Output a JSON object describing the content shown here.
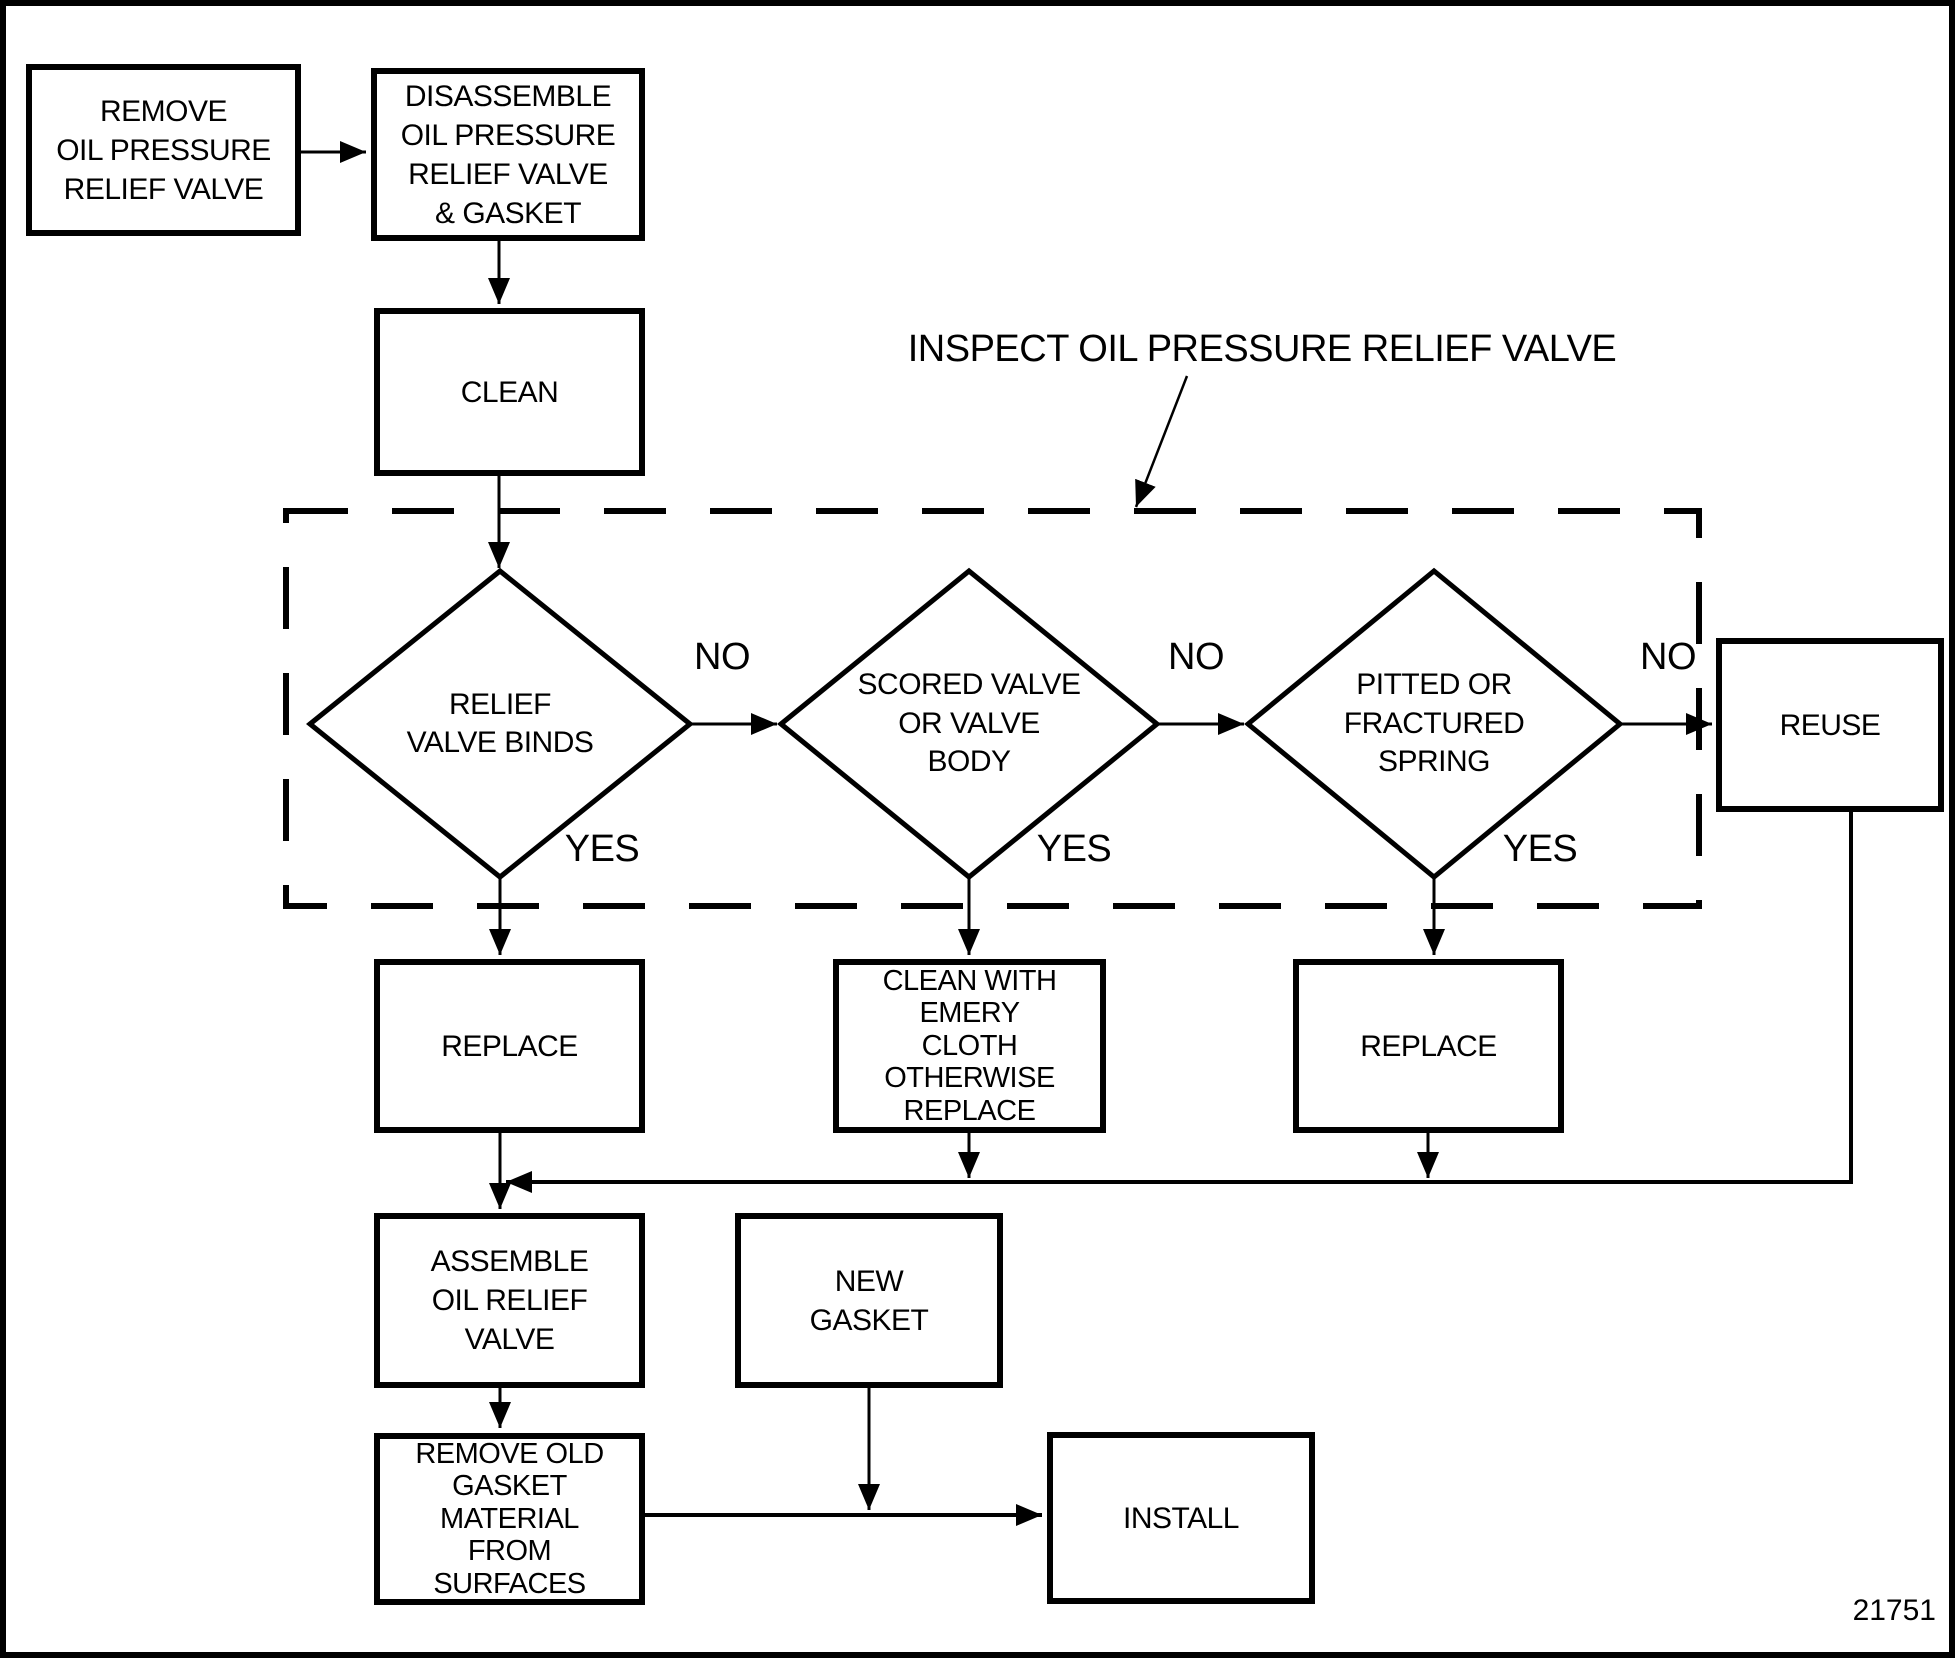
{
  "page": {
    "type": "flowchart",
    "paper_color": "#ffffff",
    "ink_color": "#000000",
    "figure_number": "21751"
  },
  "nodes": {
    "remove_valve": {
      "label": "REMOVE\nOIL PRESSURE\nRELIEF VALVE"
    },
    "disassemble": {
      "label": "DISASSEMBLE\nOIL PRESSURE\nRELIEF VALVE\n& GASKET"
    },
    "clean": {
      "label": "CLEAN"
    },
    "relief_valve_binds": {
      "label": "RELIEF\nVALVE BINDS"
    },
    "scored_valve": {
      "label": "SCORED VALVE\nOR VALVE\nBODY"
    },
    "pitted_spring": {
      "label": "PITTED OR\nFRACTURED\nSPRING"
    },
    "reuse": {
      "label": "REUSE"
    },
    "replace_binds": {
      "label": "REPLACE"
    },
    "clean_emery": {
      "label": "CLEAN WITH\nEMERY\nCLOTH\nOTHERWISE\nREPLACE"
    },
    "replace_spring": {
      "label": "REPLACE"
    },
    "assemble": {
      "label": "ASSEMBLE\nOIL RELIEF\nVALVE"
    },
    "new_gasket": {
      "label": "NEW\nGASKET"
    },
    "remove_old_gasket": {
      "label": "REMOVE OLD\nGASKET\nMATERIAL\nFROM\nSURFACES"
    },
    "install": {
      "label": "INSTALL"
    }
  },
  "edge_labels": {
    "no_1": "NO",
    "no_2": "NO",
    "no_3": "NO",
    "yes_1": "YES",
    "yes_2": "YES",
    "yes_3": "YES"
  },
  "annotations": {
    "inspect_region_label": "INSPECT OIL PRESSURE RELIEF VALVE",
    "figure_number": "21751"
  }
}
